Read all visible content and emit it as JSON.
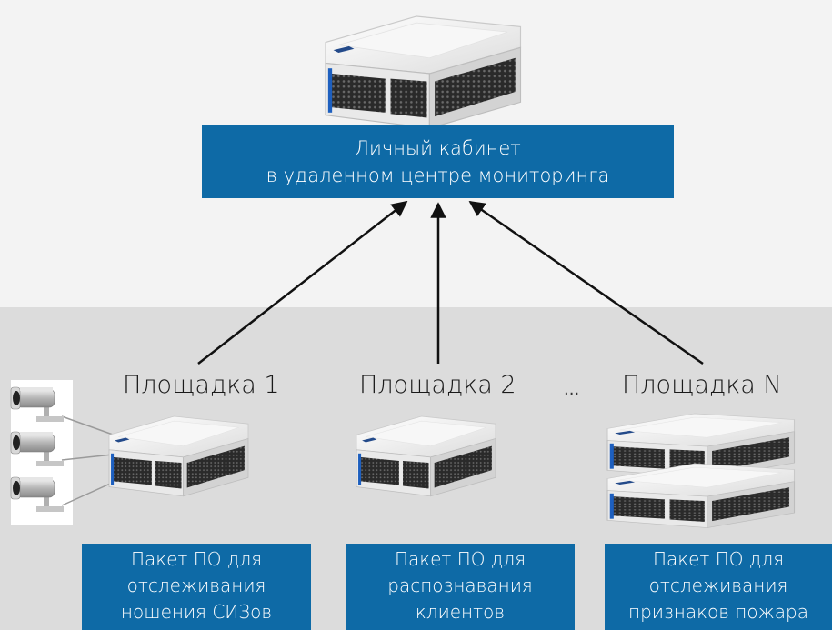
{
  "central": {
    "line1": "Личный кабинет",
    "line2": "в удаленном центре мониторинга"
  },
  "sites": [
    {
      "label": "Площадка 1",
      "package": [
        "Пакет ПО для",
        "отслеживания",
        "ношения СИЗов"
      ]
    },
    {
      "label": "Площадка 2",
      "package": [
        "Пакет ПО для",
        "распознавания",
        "клиентов"
      ]
    },
    {
      "label": "Площадка N",
      "package": [
        "Пакет ПО для",
        "отслеживания",
        "признаков пожара"
      ]
    }
  ],
  "ellipsis": "...",
  "colors": {
    "box_blue": "#0e6aa6",
    "top_bg": "#f3f3f3",
    "bottom_bg": "#dcdcdc",
    "arrow": "#111111"
  },
  "icons": [
    "server-icon",
    "camera-icon"
  ]
}
